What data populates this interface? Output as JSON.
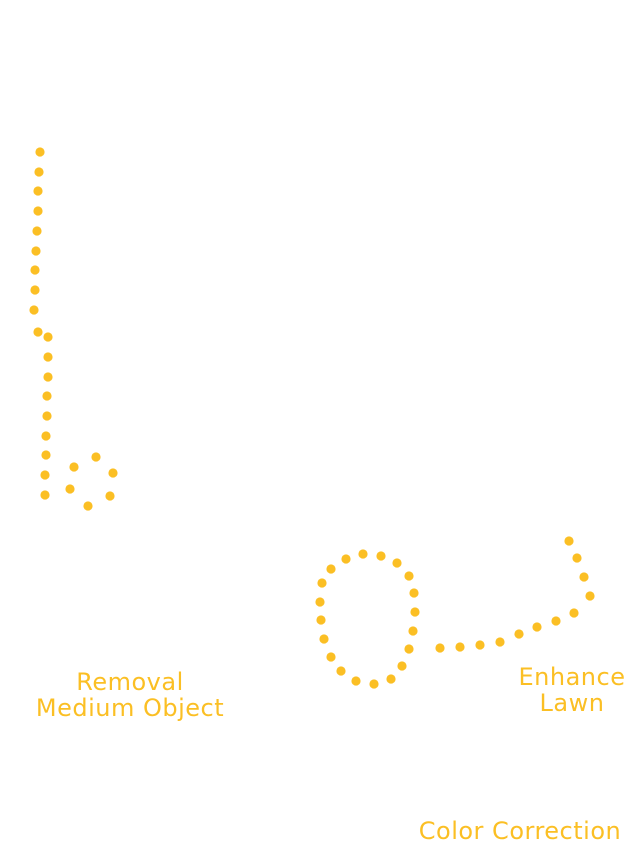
{
  "colors": {
    "accent": "#FBBF24",
    "background": "#FFFFFF"
  },
  "labels": {
    "removal": {
      "line1": "Removal",
      "line2": "Medium Object"
    },
    "enhance": {
      "line1": "Enhance",
      "line2": "Lawn"
    },
    "color_correction": "Color Correction"
  }
}
